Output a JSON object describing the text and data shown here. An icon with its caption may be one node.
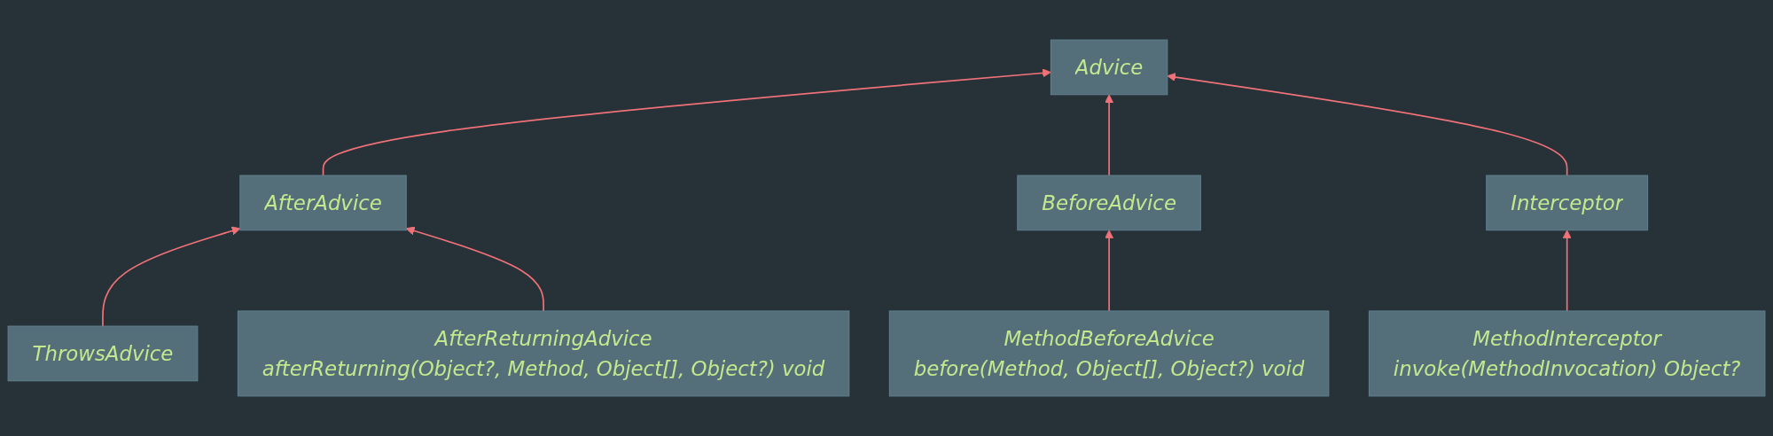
{
  "diagram": {
    "nodes": [
      {
        "text": [
          "Advice"
        ]
      },
      {
        "text": [
          "AfterAdvice"
        ]
      },
      {
        "text": [
          "BeforeAdvice"
        ]
      },
      {
        "text": [
          "Interceptor"
        ]
      },
      {
        "text": [
          "ThrowsAdvice"
        ]
      },
      {
        "text": [
          "AfterReturningAdvice",
          "afterReturning(Object?, Method, Object[], Object?) void"
        ]
      },
      {
        "text": [
          "MethodBeforeAdvice",
          "before(Method, Object[], Object?) void"
        ]
      },
      {
        "text": [
          "MethodInterceptor",
          "invoke(MethodInvocation) Object?"
        ]
      }
    ],
    "edges": [
      {
        "from": 1,
        "to": 0,
        "arrow": "to"
      },
      {
        "from": 2,
        "to": 0,
        "arrow": "to"
      },
      {
        "from": 3,
        "to": 0,
        "arrow": "to"
      },
      {
        "from": 4,
        "to": 1,
        "arrow": "to"
      },
      {
        "from": 5,
        "to": 1,
        "arrow": "to"
      },
      {
        "from": 6,
        "to": 2,
        "arrow": "to"
      },
      {
        "from": 7,
        "to": 3,
        "arrow": "to"
      }
    ]
  }
}
